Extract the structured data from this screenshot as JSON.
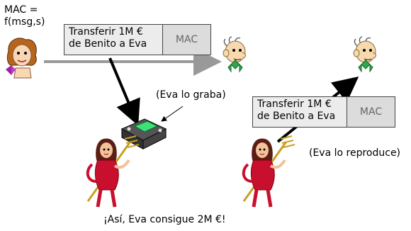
{
  "sender": {
    "mac_formula_line1": "MAC =",
    "mac_formula_line2": "f(msg,s)"
  },
  "message_top": {
    "line1": "Transferir 1M €",
    "line2": "de Benito a Eva",
    "mac_label": "MAC"
  },
  "message_replay": {
    "line1": "Transferir 1M €",
    "line2": "de Benito a Eva",
    "mac_label": "MAC"
  },
  "notes": {
    "record": "(Eva lo graba)",
    "replay": "(Eva lo reproduce)",
    "conclusion": "¡Así, Eva consigue 2M €!"
  },
  "colors": {
    "message_arrow": "#999999",
    "attack_arrow": "#000000",
    "box_fill": "#dcdcdc",
    "devil_red": "#c8102e"
  }
}
